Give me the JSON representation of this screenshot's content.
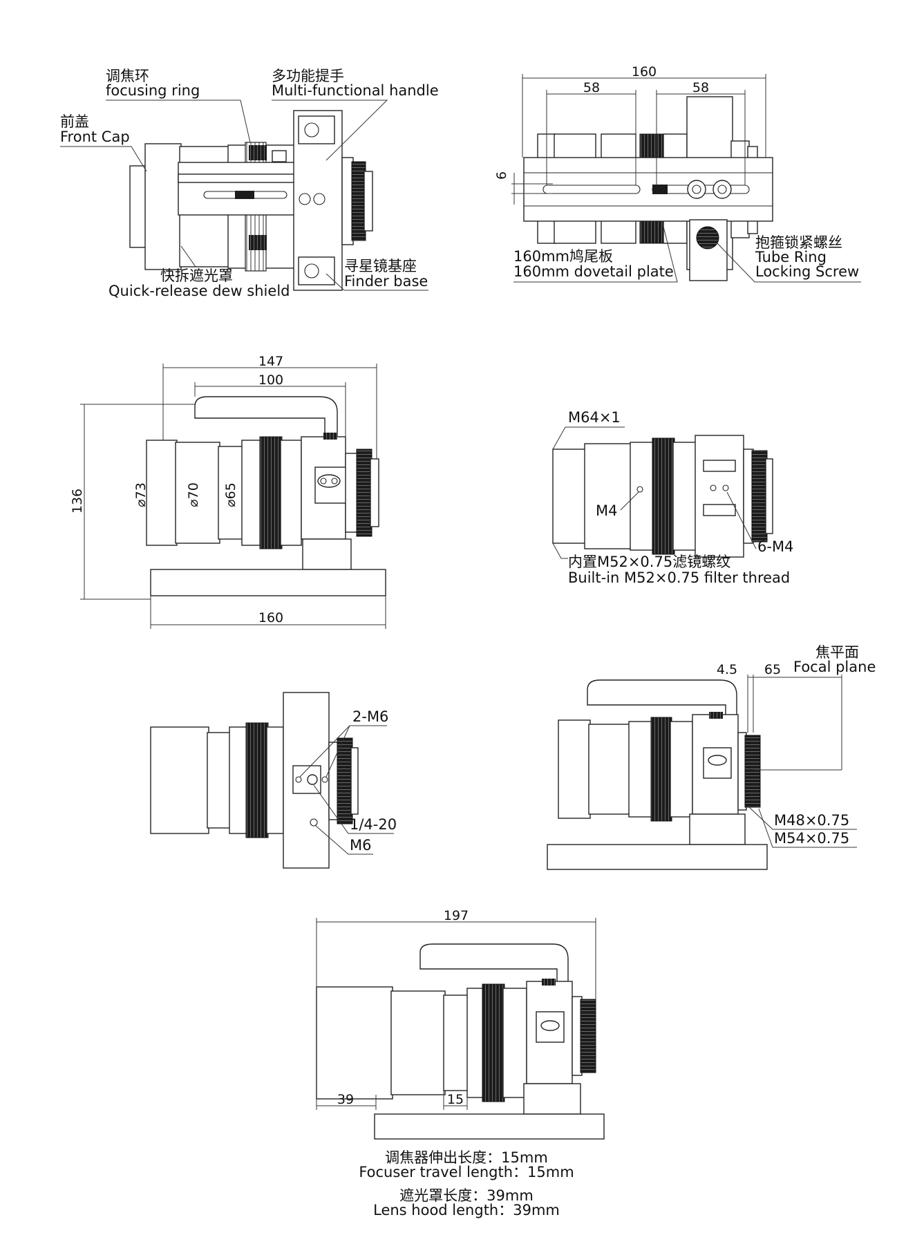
{
  "callouts": {
    "focusing_ring_cn": "调焦环",
    "focusing_ring_en": "focusing ring",
    "handle_cn": "多功能提手",
    "handle_en": "Multi-functional handle",
    "front_cap_cn": "前盖",
    "front_cap_en": "Front Cap",
    "dew_shield_cn": "快拆遮光罩",
    "dew_shield_en": "Quick-release dew shield",
    "finder_base_cn": "寻星镜基座",
    "finder_base_en": "Finder base",
    "dovetail_cn": "160mm鸠尾板",
    "dovetail_en": "160mm dovetail plate",
    "tube_ring_cn": "抱箍锁紧螺丝",
    "tube_ring_en1": "Tube Ring",
    "tube_ring_en2": "Locking Screw",
    "m64": "M64×1",
    "m4": "M4",
    "six_m4": "6-M4",
    "filter_cn": "内置M52×0.75滤镜螺纹",
    "filter_en": "Built-in M52×0.75 filter thread",
    "two_m6": "2-M6",
    "quarter_20": "1/4-20",
    "m6": "M6",
    "focal_plane_cn": "焦平面",
    "focal_plane_en": "Focal plane",
    "m48": "M48×0.75",
    "m54": "M54×0.75"
  },
  "dimensions": {
    "top_total": "160",
    "top_left": "58",
    "top_right": "58",
    "top_six": "6",
    "side_147": "147",
    "side_100": "100",
    "side_136": "136",
    "side_160": "160",
    "dia_73": "⌀73",
    "dia_70": "⌀70",
    "dia_65": "⌀65",
    "fp_45": "4.5",
    "fp_65": "65",
    "ext_197": "197",
    "ext_39": "39",
    "ext_15": "15"
  },
  "notes": {
    "travel_cn": "调焦器伸出长度：15mm",
    "travel_en": "Focuser travel length：15mm",
    "hood_cn": "遮光罩长度：39mm",
    "hood_en": "Lens hood length：39mm"
  }
}
